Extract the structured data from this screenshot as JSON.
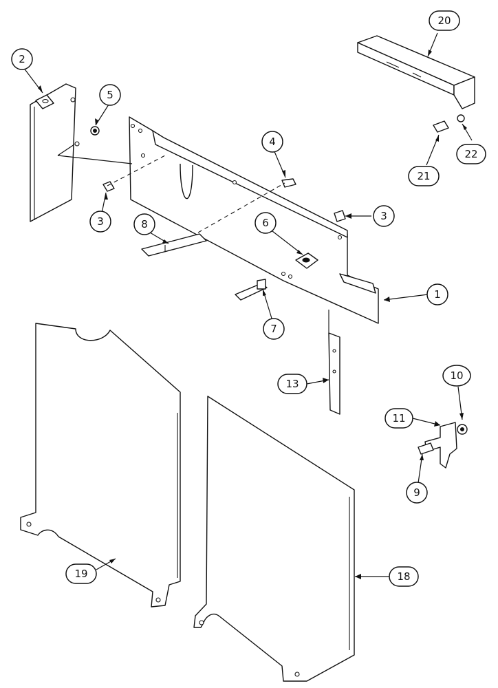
{
  "diagram": {
    "callouts": [
      {
        "id": "c1",
        "label": "1"
      },
      {
        "id": "c2",
        "label": "2"
      },
      {
        "id": "c3a",
        "label": "3"
      },
      {
        "id": "c3b",
        "label": "3"
      },
      {
        "id": "c4",
        "label": "4"
      },
      {
        "id": "c5",
        "label": "5"
      },
      {
        "id": "c6",
        "label": "6"
      },
      {
        "id": "c7",
        "label": "7"
      },
      {
        "id": "c8",
        "label": "8"
      },
      {
        "id": "c9",
        "label": "9"
      },
      {
        "id": "c10",
        "label": "10"
      },
      {
        "id": "c11",
        "label": "11"
      },
      {
        "id": "c13",
        "label": "13"
      },
      {
        "id": "c18",
        "label": "18"
      },
      {
        "id": "c19",
        "label": "19"
      },
      {
        "id": "c20",
        "label": "20"
      },
      {
        "id": "c21",
        "label": "21"
      },
      {
        "id": "c22",
        "label": "22"
      }
    ]
  }
}
